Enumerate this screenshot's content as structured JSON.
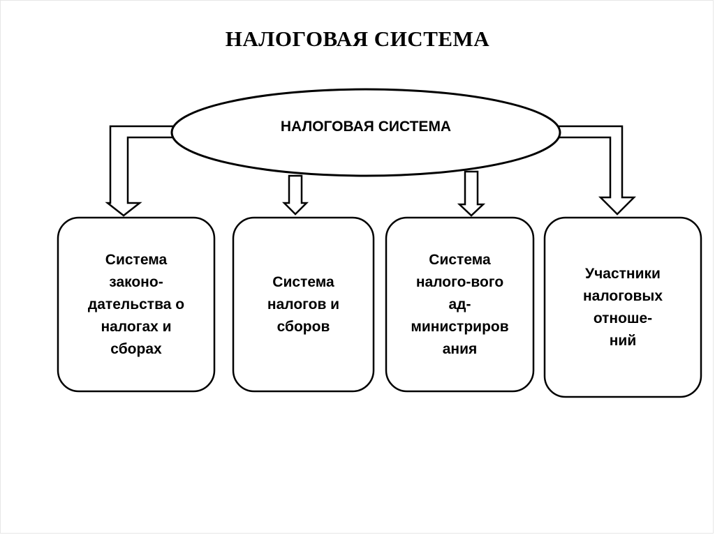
{
  "title": "НАЛОГОВАЯ СИСТЕМА",
  "center_node": {
    "label": "НАЛОГОВАЯ СИСТЕМА"
  },
  "components": [
    {
      "label": "Система\nзаконо-\nдательства о\nналогах и\nсборах"
    },
    {
      "label": "Система\nналогов и\nсборов"
    },
    {
      "label": "Система\nналого-вого\nад-\nминистриров\nания"
    },
    {
      "label": "Участники\nналоговых\nотноше-\nний"
    }
  ],
  "colors": {
    "stroke": "#000000",
    "fill": "#ffffff",
    "background": "#ffffff"
  }
}
